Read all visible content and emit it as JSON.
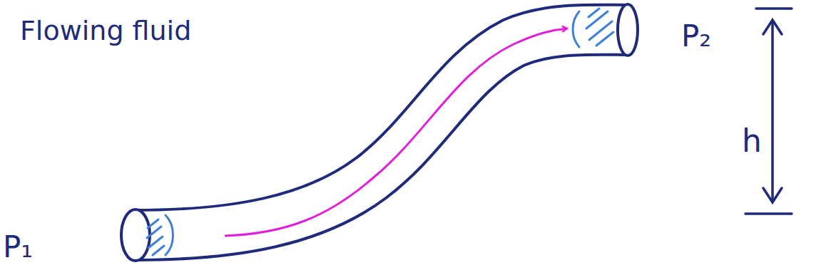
{
  "diagram": {
    "labels": [
      "Flowing fluid",
      "P₁",
      "P₂",
      "h"
    ]
  }
}
